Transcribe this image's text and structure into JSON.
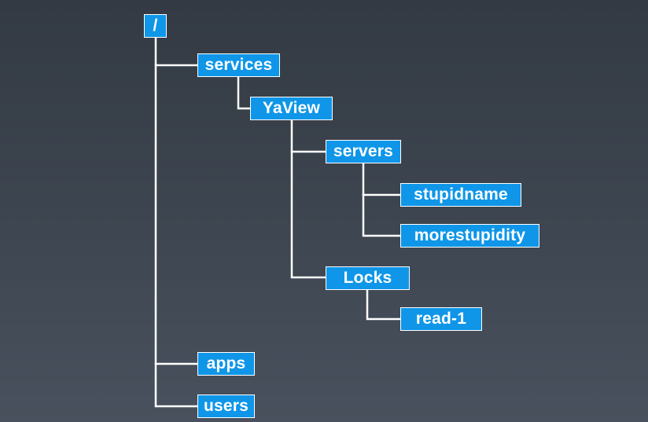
{
  "colors": {
    "node_fill": "#0f96e8",
    "node_border": "#ffffff",
    "connector": "#ffffff",
    "background_top": "#333a43",
    "background_bottom": "#48515d"
  },
  "tree": {
    "root": "/",
    "services": "services",
    "yaview": "YaView",
    "servers": "servers",
    "stupidname": "stupidname",
    "morestupidity": "morestupidity",
    "locks": "Locks",
    "read1": "read-1",
    "apps": "apps",
    "users": "users"
  }
}
